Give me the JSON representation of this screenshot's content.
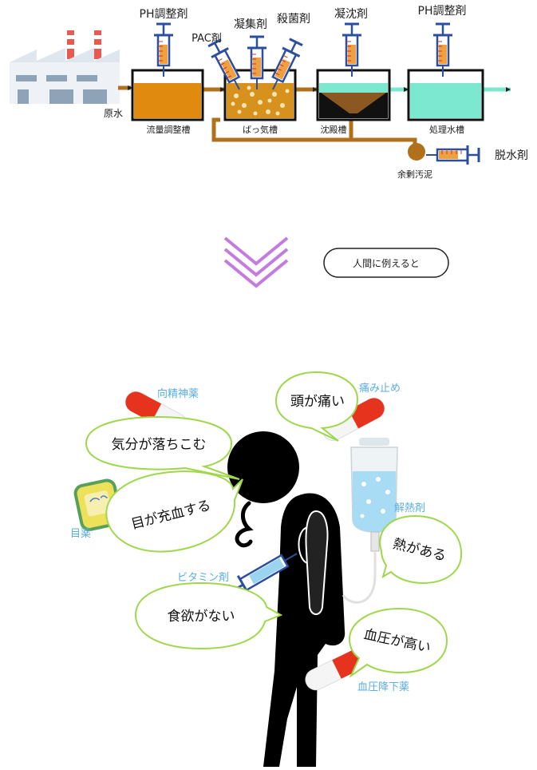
{
  "process": {
    "chemicals": {
      "ph_adjuster_1": "PH調整剤",
      "pac": "PAC剤",
      "coagulant": "凝集剤",
      "bactericide": "殺菌剤",
      "precipitant": "凝沈剤",
      "ph_adjuster_2": "PH調整剤",
      "dewatering": "脱水剤"
    },
    "labels": {
      "raw_water": "原水",
      "flow_tank": "流量調整槽",
      "aeration_tank": "ばっ気槽",
      "settling_tank": "沈殿槽",
      "treated_tank": "処理水槽",
      "excess_sludge": "余剰汚泥"
    },
    "colors": {
      "pipe": "#b0701c",
      "flow_tank": "#e08a10",
      "aeration": "#d7921e",
      "sludge": "#8a5820",
      "clean_water": "#7de8d0",
      "syringe": "#2b4f9e",
      "chevron": "#c47be0"
    }
  },
  "analogy_button": "人間に例えると",
  "human": {
    "bubbles": {
      "mood": "気分が落ちこむ",
      "headache": "頭が痛い",
      "eyes": "目が充血する",
      "fever": "熱がある",
      "appetite": "食欲がない",
      "blood_pressure": "血圧が高い"
    },
    "medicines": {
      "psychotropic": "向精神薬",
      "painkiller": "痛み止め",
      "eye_drops": "目薬",
      "antipyretic": "解熱剤",
      "vitamin": "ビタミン剤",
      "antihypertensive": "血圧降下薬"
    },
    "colors": {
      "bubble_border": "#9ed84a",
      "label_blue": "#5aaee0",
      "pill_red": "#e6331e",
      "figure": "#000000"
    }
  }
}
